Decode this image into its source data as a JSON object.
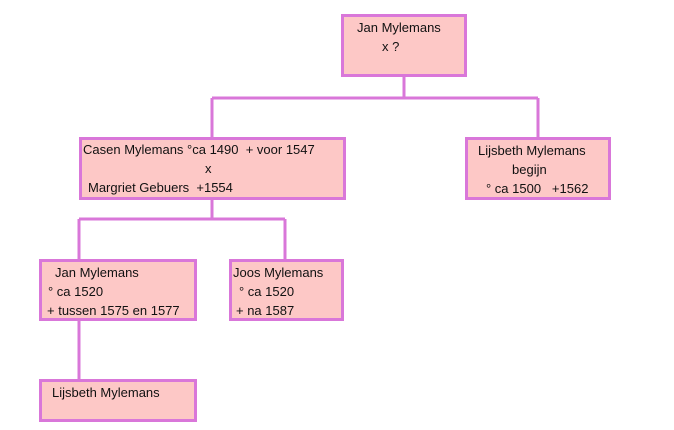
{
  "tree": {
    "root": {
      "lines": [
        "Jan Mylemans",
        "x ?"
      ]
    },
    "casen": {
      "lines": [
        "Casen Mylemans °ca 1490  + voor 1547",
        "x",
        "Margriet Gebuers  +1554"
      ]
    },
    "lijsbeth_begijn": {
      "lines": [
        "Lijsbeth Mylemans",
        "begijn",
        "° ca 1500   +1562"
      ]
    },
    "jan": {
      "lines": [
        "Jan Mylemans",
        "° ca 1520",
        "+ tussen 1575 en 1577"
      ]
    },
    "joos": {
      "lines": [
        "Joos Mylemans",
        "° ca 1520",
        "+ na 1587"
      ]
    },
    "lijsbeth_jan": {
      "lines": [
        "Lijsbeth Mylemans"
      ]
    }
  },
  "colors": {
    "box_fill": "#fdc8c6",
    "box_border": "#d977d9",
    "connector": "#d977d9",
    "text": "#111111"
  }
}
